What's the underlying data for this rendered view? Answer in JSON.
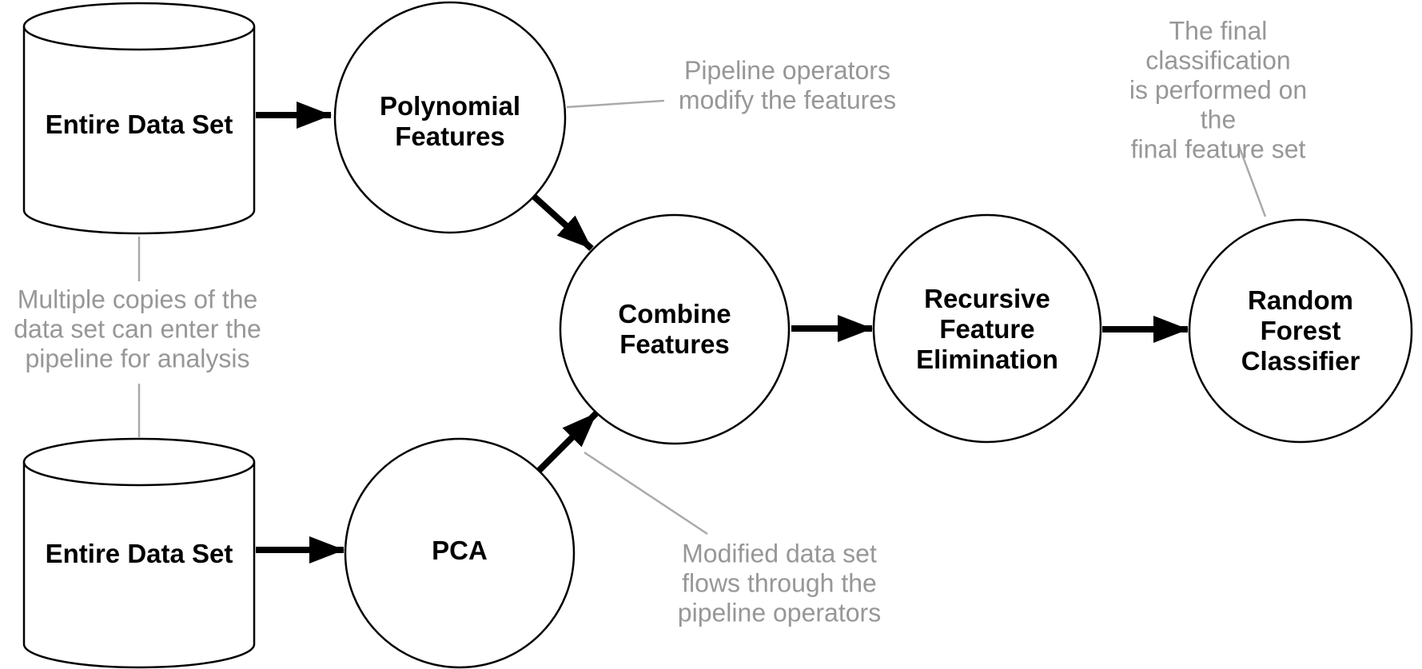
{
  "diagram": {
    "title": "Machine learning pipeline flow diagram",
    "colors": {
      "background": "#ffffff",
      "node_fill": "#ffffff",
      "node_stroke": "#000000",
      "node_text": "#000000",
      "arrow": "#000000",
      "annotation_text": "#979797",
      "annotation_line": "#aaaaaa"
    },
    "datastores": [
      {
        "id": "dataset-top",
        "shape": "cylinder",
        "label": "Entire Data Set"
      },
      {
        "id": "dataset-bottom",
        "shape": "cylinder",
        "label": "Entire Data Set"
      }
    ],
    "nodes": [
      {
        "id": "polynomial-features",
        "shape": "circle",
        "label": "Polynomial\nFeatures"
      },
      {
        "id": "pca",
        "shape": "circle",
        "label": "PCA"
      },
      {
        "id": "combine-features",
        "shape": "circle",
        "label": "Combine\nFeatures"
      },
      {
        "id": "recursive-feature-elimination",
        "shape": "circle",
        "label": "Recursive\nFeature\nElimination"
      },
      {
        "id": "random-forest-classifier",
        "shape": "circle",
        "label": "Random\nForest\nClassifier"
      }
    ],
    "edges": [
      {
        "from": "dataset-top",
        "to": "polynomial-features"
      },
      {
        "from": "polynomial-features",
        "to": "combine-features"
      },
      {
        "from": "dataset-bottom",
        "to": "pca"
      },
      {
        "from": "pca",
        "to": "combine-features"
      },
      {
        "from": "combine-features",
        "to": "recursive-feature-elimination"
      },
      {
        "from": "recursive-feature-elimination",
        "to": "random-forest-classifier"
      }
    ],
    "annotations": [
      {
        "id": "pipeline-operators",
        "target": "polynomial-features",
        "text": "Pipeline operators\nmodify the features"
      },
      {
        "id": "multiple-copies",
        "target": "dataset-top",
        "text": "Multiple copies of the\ndata set can enter the\npipeline for analysis"
      },
      {
        "id": "modified-data",
        "target": "pca-to-combine-arrow",
        "text": "Modified data set\nflows through the\npipeline operators"
      },
      {
        "id": "final-classification",
        "target": "random-forest-classifier",
        "text": "The final classification\nis performed on the\nfinal feature set"
      }
    ]
  }
}
